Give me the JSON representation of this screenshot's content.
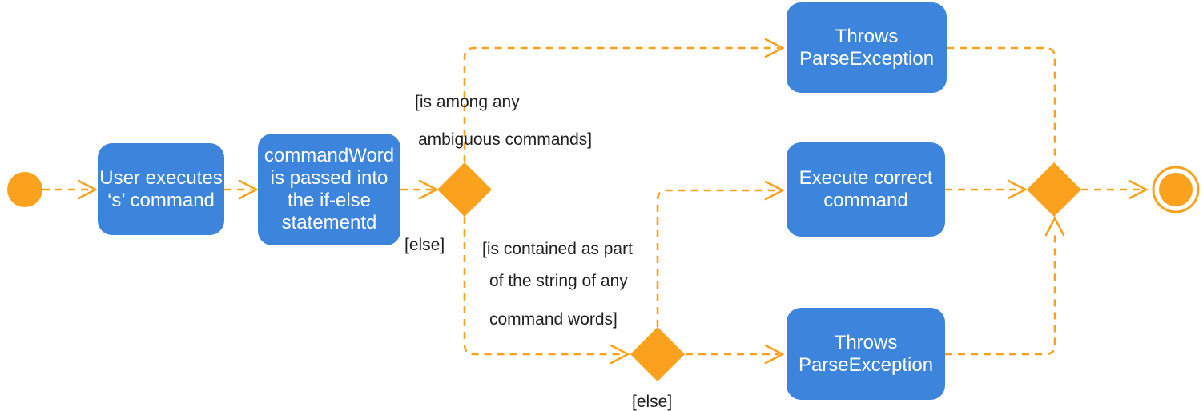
{
  "colors": {
    "canvas-bg": "#ffffff",
    "node-blue": "#3d85dc",
    "accent-orange": "#faa21d",
    "node-text": "#ffffff",
    "label-text": "#1f1f1f"
  },
  "nodes": {
    "start": {
      "type": "initial-node"
    },
    "user_executes": {
      "label": "User executes\n‘s’ command"
    },
    "command_word": {
      "label": "commandWord\nis passed into\nthe if-else\nstatementd"
    },
    "decision_1": {
      "type": "decision-node"
    },
    "throws_top": {
      "label": "Throws\nParseException"
    },
    "decision_2": {
      "type": "decision-node"
    },
    "execute_correct": {
      "label": "Execute correct\ncommand"
    },
    "throws_bottom": {
      "label": "Throws\nParseException"
    },
    "merge": {
      "type": "merge-node"
    },
    "end": {
      "type": "activity-final-node"
    }
  },
  "edge_labels": {
    "guard_ambiguous_line1": "[is among any",
    "guard_ambiguous_line2": "ambiguous commands]",
    "else_1": "[else]",
    "guard_contained_line1": "[is contained as part",
    "guard_contained_line2": "of the string of any",
    "guard_contained_line3": "command words]",
    "else_2": "[else]"
  }
}
